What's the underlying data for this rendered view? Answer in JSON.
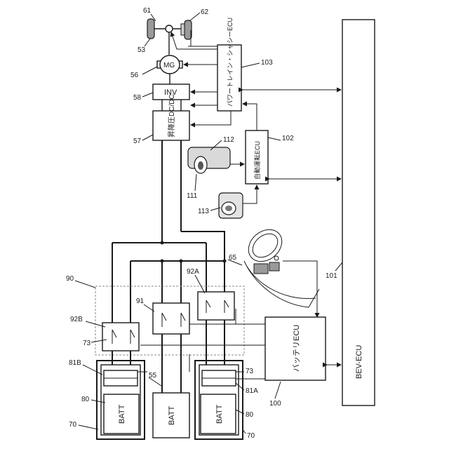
{
  "blocks": {
    "bev_ecu": "BEV-ECU",
    "battery_ecu": "バッテリECU",
    "powertrain_ecu": "パワートレイン・シャシーECU",
    "auto_drive_ecu": "自動運転ECU",
    "dcdc": "昇降圧DC/DC",
    "inv": "INV",
    "mg": "MG",
    "batt_left": "BATT",
    "batt_middle": "BATT",
    "batt_right": "BATT"
  },
  "reference_numerals": {
    "r61": "61",
    "r62": "62",
    "r53": "53",
    "r56": "56",
    "r58": "58",
    "r57": "57",
    "r103": "103",
    "r102": "102",
    "r112": "112",
    "r111": "111",
    "r113": "113",
    "r65": "65",
    "r90": "90",
    "r92a": "92A",
    "r91": "91",
    "r92b": "92B",
    "r73_left": "73",
    "r73_right": "73",
    "r81b": "81B",
    "r81a": "81A",
    "r55": "55",
    "r80_left": "80",
    "r80_right": "80",
    "r70_left": "70",
    "r70_right": "70",
    "r100": "100",
    "r101": "101"
  }
}
